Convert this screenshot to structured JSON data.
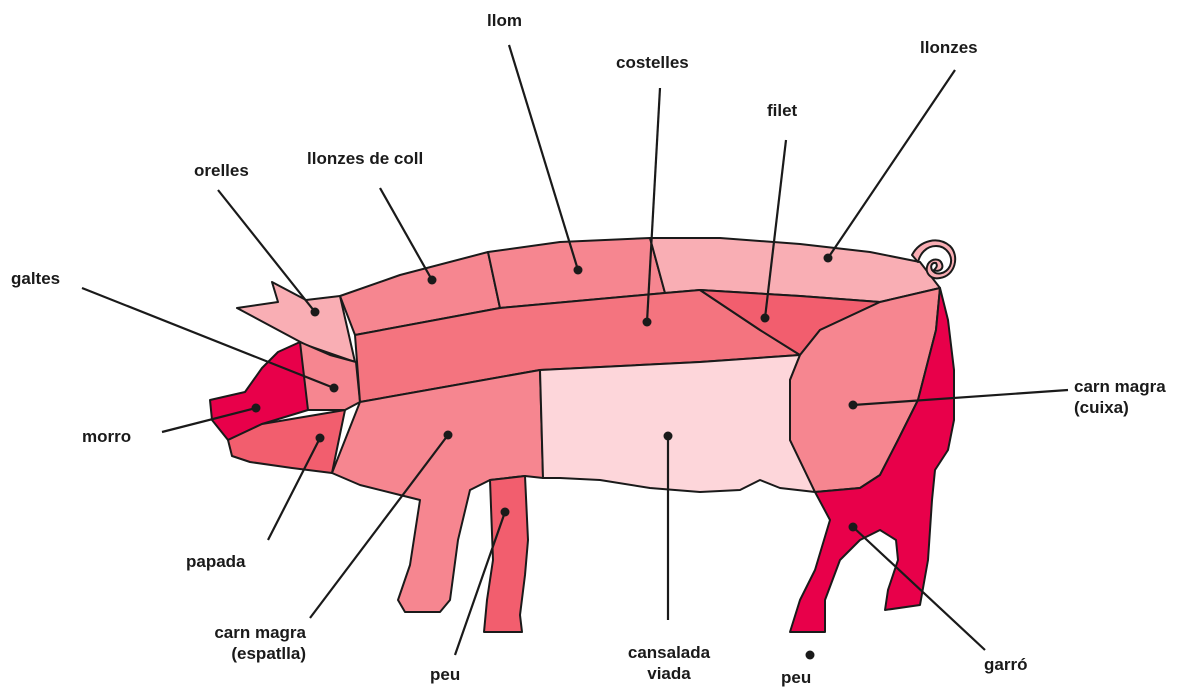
{
  "labels": {
    "llom": "llom",
    "costelles": "costelles",
    "llonzes": "llonzes",
    "filet": "filet",
    "orelles": "orelles",
    "llonzes_de_coll": "llonzes de coll",
    "galtes": "galtes",
    "morro": "morro",
    "papada": "papada",
    "carn_magra_espatlla_1": "carn magra",
    "carn_magra_espatlla_2": "(espatlla)",
    "peu_front": "peu",
    "cansalada_viada_1": "cansalada",
    "cansalada_viada_2": "viada",
    "peu_back": "peu",
    "garro": "garró",
    "carn_magra_cuixa_1": "carn magra",
    "carn_magra_cuixa_2": "(cuixa)"
  },
  "colors": {
    "dark_red": "#e8004a",
    "medium_red": "#f25e6e",
    "coral": "#f4747f",
    "salmon": "#f68690",
    "light_pink": "#f9aeb4",
    "pale_pink": "#fdd6da",
    "ear_pink": "#f9aeb4",
    "outline": "#1a1a1a"
  }
}
